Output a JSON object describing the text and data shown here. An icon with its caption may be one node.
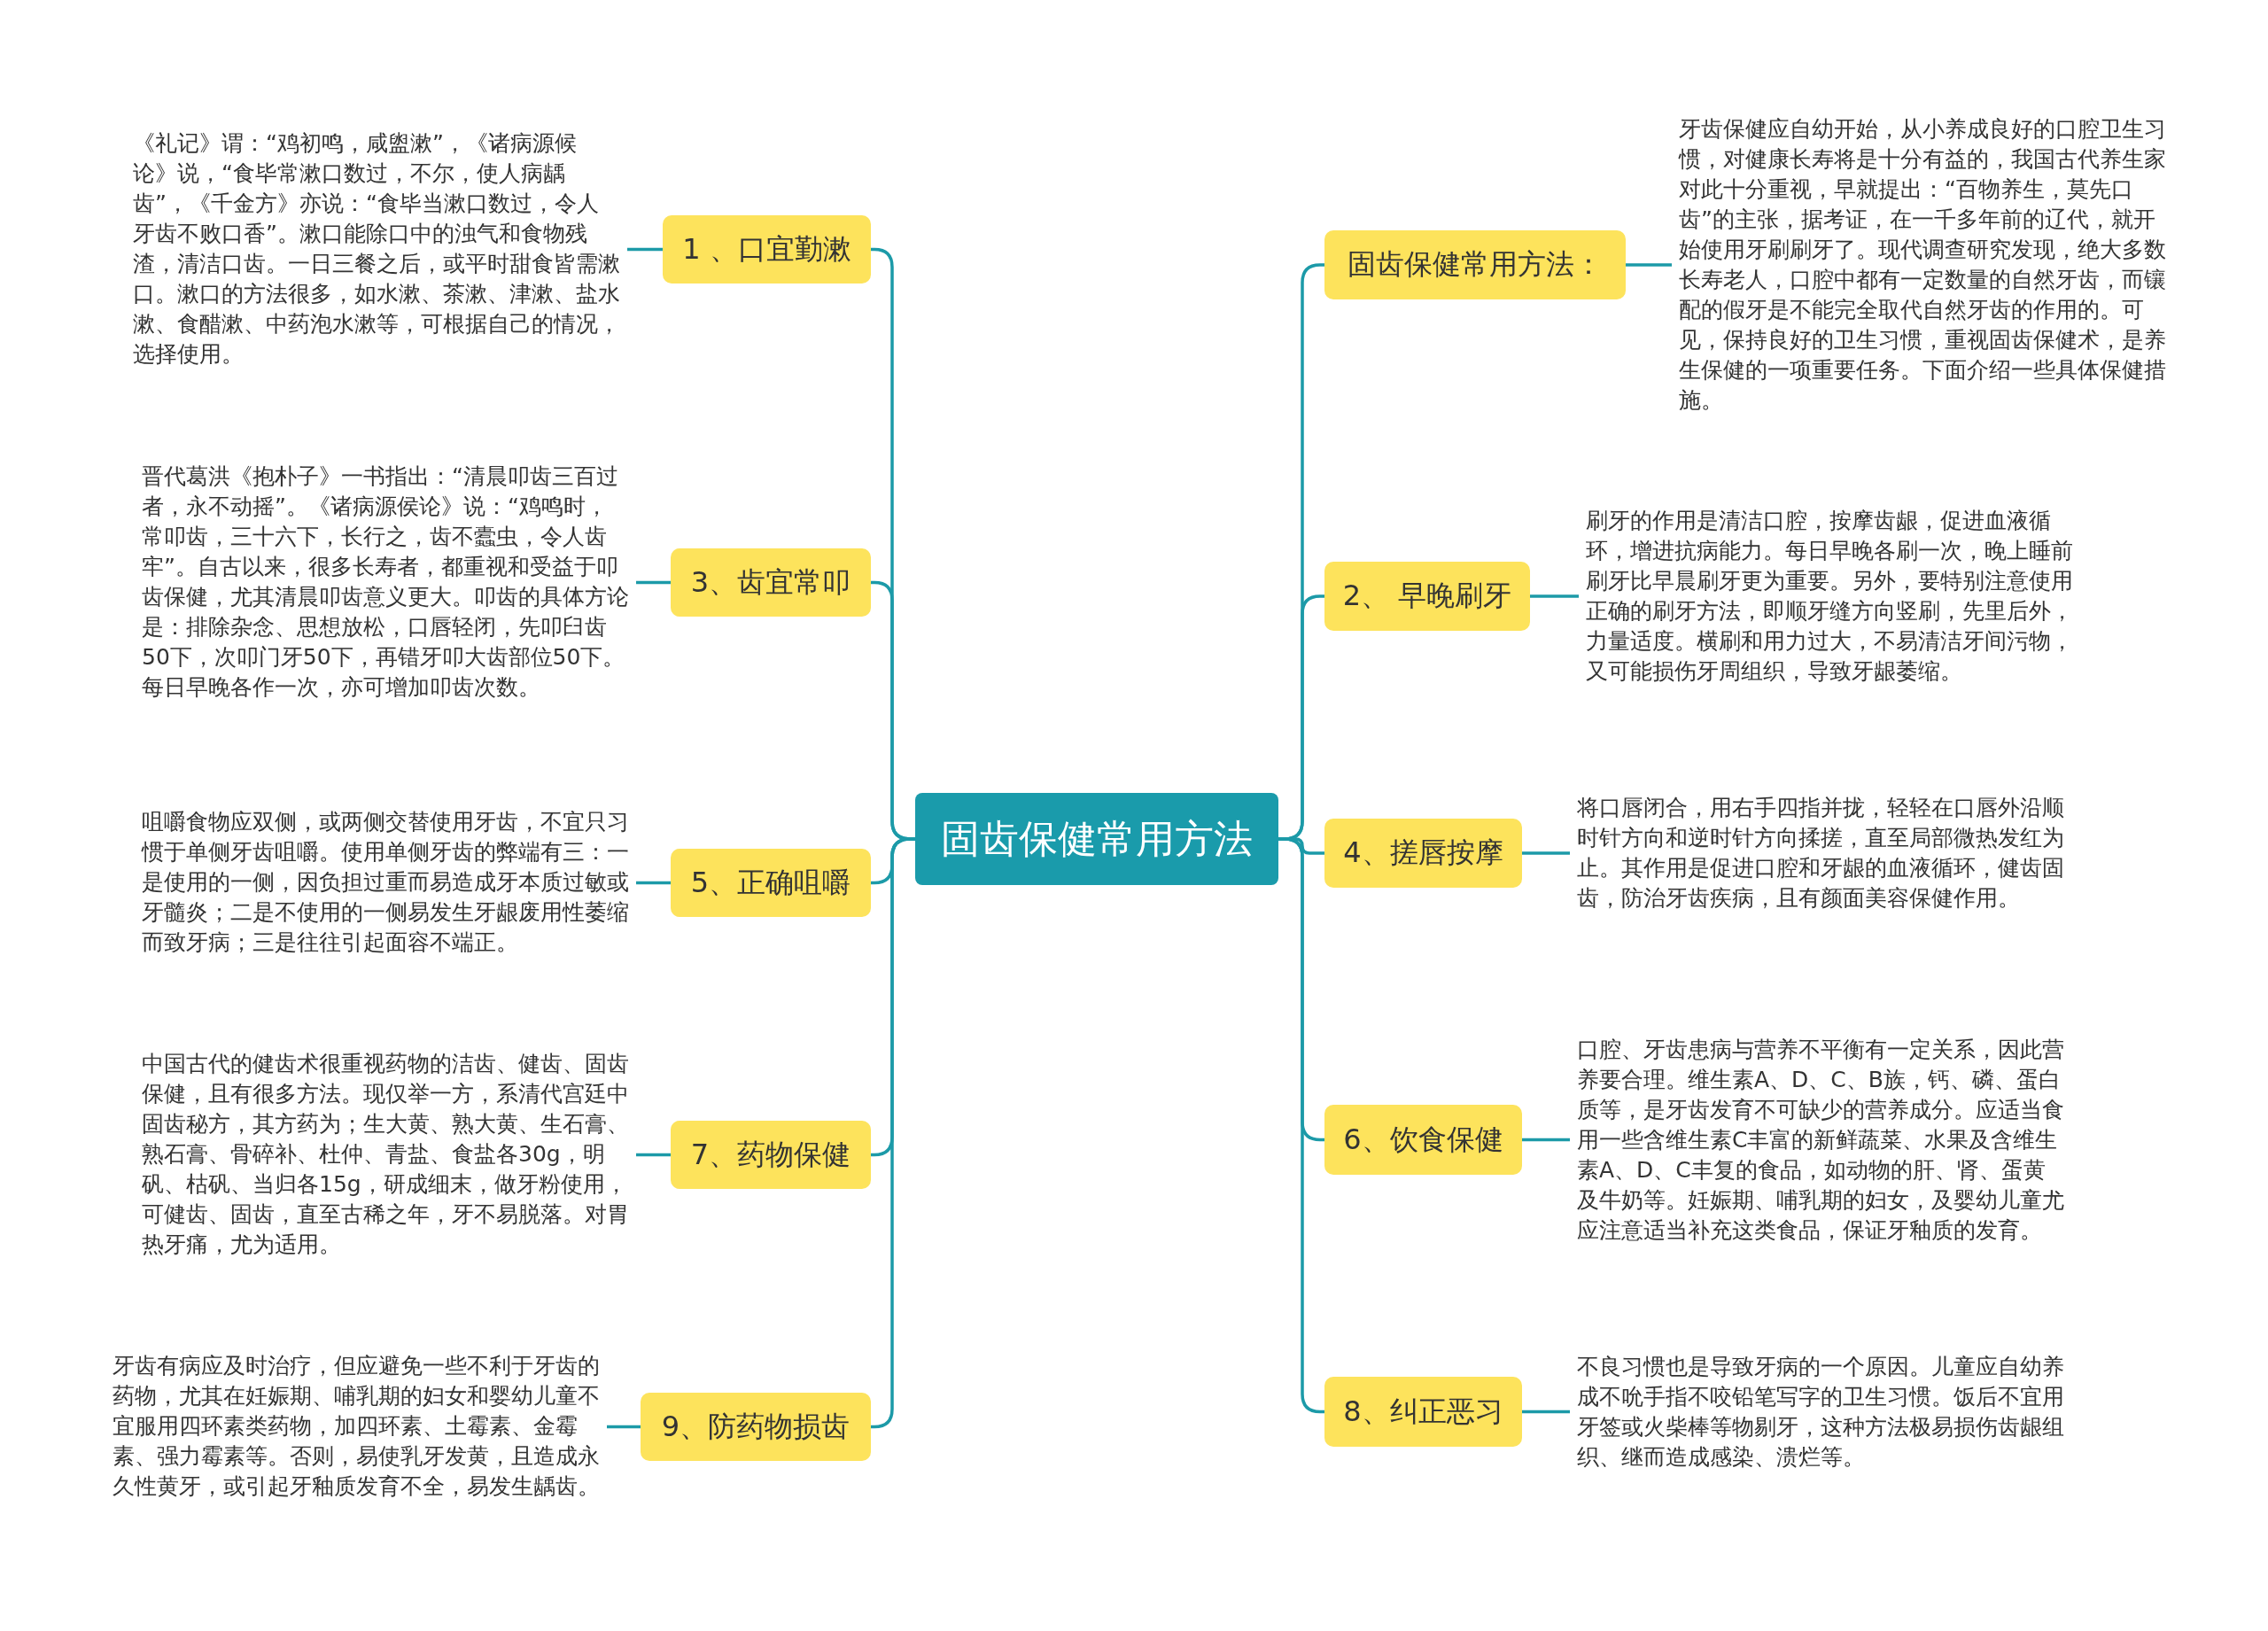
{
  "diagram": {
    "nodes": [
      {
        "text": [
          "固齿保健常用方法"
        ]
      },
      {
        "text": [
          "1 、口宜勤漱"
        ]
      },
      {
        "text": [
          "《礼记》谓：“鸡初鸣，咸盥漱”，《诸病源候论》说，“食毕常漱口数过，不尔，使人病龋齿”，《千金方》亦说：“食毕当漱口数过，令人牙齿不败口香”。漱口能除口中的浊气和食物残渣，清洁口齿。一日三餐之后，或平时甜食皆需漱口。漱口的方法很多，如水漱、茶漱、津漱、盐水漱、食醋漱、中药泡水漱等，可根据自己的情况，选择使用。"
        ]
      },
      {
        "text": [
          "3、齿宜常叩"
        ]
      },
      {
        "text": [
          "晋代葛洪《抱朴子》一书指出：“清晨叩齿三百过者，永不动摇”。《诸病源侯论》说：“鸡鸣时，常叩齿，三十六下，长行之，齿不蠹虫，令人齿牢”。自古以来，很多长寿者，都重视和受益于叩齿保健，尤其清晨叩齿意义更大。叩齿的具体方论是：排除杂念、思想放松，口唇轻闭，先叩臼齿50下，次叩门牙50下，再错牙叩大齿部位50下。每日早晚各作一次，亦可增加叩齿次数。"
        ]
      },
      {
        "text": [
          "5、正确咀嚼"
        ]
      },
      {
        "text": [
          "咀嚼食物应双侧，或两侧交替使用牙齿，不宜只习惯于单侧牙齿咀嚼。使用单侧牙齿的弊端有三：一是使用的一侧，因负担过重而易造成牙本质过敏或牙髓炎；二是不使用的一侧易发生牙龈废用性萎缩而致牙病；三是往往引起面容不端正。"
        ]
      },
      {
        "text": [
          "7、药物保健"
        ]
      },
      {
        "text": [
          "中国古代的健齿术很重视药物的洁齿、健齿、固齿保健，且有很多方法。现仅举一方，系清代宫廷中固齿秘方，其方药为；生大黄、熟大黄、生石膏、熟石膏、骨碎补、杜仲、青盐、食盐各30g，明矾、枯矾、当归各15g，研成细末，做牙粉使用，可健齿、固齿，直至古稀之年，牙不易脱落。对胃热牙痛，尤为适用。"
        ]
      },
      {
        "text": [
          "9、防药物损齿"
        ]
      },
      {
        "text": [
          "牙齿有病应及时治疗，但应避免一些不利于牙齿的药物，尤其在妊娠期、哺乳期的妇女和婴幼儿童不宜服用四环素类药物，加四环素、土霉素、金霉素、强力霉素等。否则，易使乳牙发黄，且造成永久性黄牙，或引起牙釉质发育不全，易发生龋齿。"
        ]
      },
      {
        "text": [
          "固齿保健常用方法："
        ]
      },
      {
        "text": [
          "牙齿保健应自幼开始，从小养成良好的口腔卫生习惯，对健康长寿将是十分有益的，我国古代养生家对此十分重视，早就提出：“百物养生，莫先口齿”的主张，据考证，在一千多年前的辽代，就开始使用牙刷刷牙了。现代调查研究发现，绝大多数长寿老人，口腔中都有一定数量的自然牙齿，而镶配的假牙是不能完全取代自然牙齿的作用的。可见，保持良好的卫生习惯，重视固齿保健术，是养生保健的一项重要任务。下面介绍一些具体保健措施。"
        ]
      },
      {
        "text": [
          "2、 早晚刷牙"
        ]
      },
      {
        "text": [
          "刷牙的作用是清洁口腔，按摩齿龈，促进血液循环，增进抗病能力。每日早晚各刷一次，晚上睡前刷牙比早晨刷牙更为重要。另外，要特别注意使用正确的刷牙方法，即顺牙缝方向竖刷，先里后外，力量适度。横刷和用力过大，不易清洁牙间污物，又可能损伤牙周组织，导致牙龈萎缩。"
        ]
      },
      {
        "text": [
          "4、搓唇按摩"
        ]
      },
      {
        "text": [
          "将口唇闭合，用右手四指并拢，轻轻在口唇外沿顺时针方向和逆时针方向揉搓，直至局部微热发红为止。其作用是促进口腔和牙龈的血液循环，健齿固齿，防治牙齿疾病，且有颜面美容保健作用。"
        ]
      },
      {
        "text": [
          "6、饮食保健"
        ]
      },
      {
        "text": [
          "口腔、牙齿患病与营养不平衡有一定关系，因此营养要合理。维生素A、D、C、B族，钙、磷、蛋白质等，是牙齿发育不可缺少的营养成分。应适当食用一些含维生素C丰富的新鲜蔬菜、水果及含维生素A、D、C丰复的食品，如动物的肝、肾、蛋黄及牛奶等。妊娠期、哺乳期的妇女，及婴幼儿童尤应注意适当补充这类食品，保证牙釉质的发育。"
        ]
      },
      {
        "text": [
          "8、纠正恶习"
        ]
      },
      {
        "text": [
          "不良习惯也是导致牙病的一个原因。儿童应自幼养成不吮手指不咬铅笔写字的卫生习惯。饭后不宜用牙签或火柴棒等物剔牙，这种方法极易损伤齿龈组织、继而造成感染、溃烂等。"
        ]
      }
    ],
    "edges": [
      {
        "from": 0,
        "to": 1,
        "arrow": "none"
      },
      {
        "from": 1,
        "to": 2,
        "arrow": "none"
      },
      {
        "from": 0,
        "to": 3,
        "arrow": "none"
      },
      {
        "from": 3,
        "to": 4,
        "arrow": "none"
      },
      {
        "from": 0,
        "to": 5,
        "arrow": "none"
      },
      {
        "from": 5,
        "to": 6,
        "arrow": "none"
      },
      {
        "from": 0,
        "to": 7,
        "arrow": "none"
      },
      {
        "from": 7,
        "to": 8,
        "arrow": "none"
      },
      {
        "from": 0,
        "to": 9,
        "arrow": "none"
      },
      {
        "from": 9,
        "to": 10,
        "arrow": "none"
      },
      {
        "from": 0,
        "to": 11,
        "arrow": "none"
      },
      {
        "from": 11,
        "to": 12,
        "arrow": "none"
      },
      {
        "from": 0,
        "to": 13,
        "arrow": "none"
      },
      {
        "from": 13,
        "to": 14,
        "arrow": "none"
      },
      {
        "from": 0,
        "to": 15,
        "arrow": "none"
      },
      {
        "from": 15,
        "to": 16,
        "arrow": "none"
      },
      {
        "from": 0,
        "to": 17,
        "arrow": "none"
      },
      {
        "from": 17,
        "to": 18,
        "arrow": "none"
      },
      {
        "from": 0,
        "to": 19,
        "arrow": "none"
      },
      {
        "from": 19,
        "to": 20,
        "arrow": "none"
      }
    ]
  }
}
